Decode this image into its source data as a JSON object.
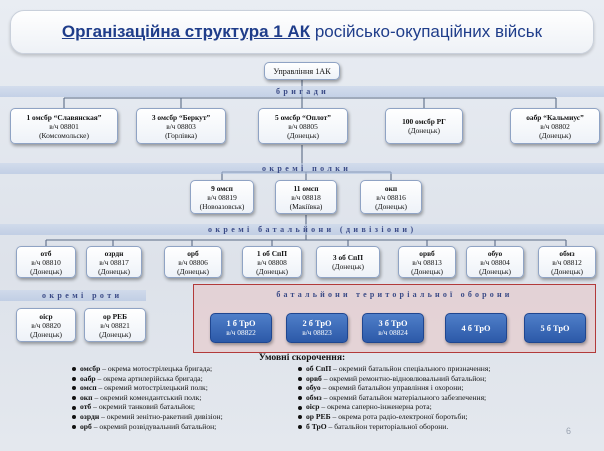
{
  "title": {
    "bold": "Організаційна структура 1 АК",
    "rest": "російсько-окупаційних військ"
  },
  "root": {
    "label": "Управління 1АК"
  },
  "sections": {
    "brigades": "бригади",
    "regiments": "окремі полки",
    "battalions": "окремі батальйони (дивізіони)",
    "companies": "окремі роти",
    "territorial": "батальйони територіальної оборони"
  },
  "brigades": [
    {
      "name": "1 омсбр “Славянская”",
      "unit": "в/ч 08801",
      "place": "(Комсомольске)"
    },
    {
      "name": "3 омсбр “Беркут”",
      "unit": "в/ч 08803",
      "place": "(Горлівка)"
    },
    {
      "name": "5 омсбр “Оплот”",
      "unit": "в/ч 08805",
      "place": "(Донецьк)"
    },
    {
      "name": "100 омсбр РГ",
      "unit": "(Донецьк)",
      "place": ""
    },
    {
      "name": "оабр “Кальмиус”",
      "unit": "в/ч 08802",
      "place": "(Донецьк)"
    }
  ],
  "regiments": [
    {
      "name": "9 омсп",
      "unit": "в/ч 08819",
      "place": "(Новоазовськ)"
    },
    {
      "name": "11 омсп",
      "unit": "в/ч 08818",
      "place": "(Макіївка)"
    },
    {
      "name": "окп",
      "unit": "в/ч 08816",
      "place": "(Донецьк)"
    }
  ],
  "battalions": [
    {
      "name": "отб",
      "unit": "в/ч 08810",
      "place": "(Донецьк)"
    },
    {
      "name": "озрдн",
      "unit": "в/ч 08817",
      "place": "(Донецьк)"
    },
    {
      "name": "орб",
      "unit": "в/ч 08806",
      "place": "(Донецьк)"
    },
    {
      "name": "1 об СпП",
      "unit": "в/ч 08808",
      "place": "(Донецьк)"
    },
    {
      "name": "3 об СпП",
      "unit": "(Донецьк)",
      "place": ""
    },
    {
      "name": "орвб",
      "unit": "в/ч 08813",
      "place": "(Донецьк)"
    },
    {
      "name": "обуо",
      "unit": "в/ч 08804",
      "place": "(Донецьк)"
    },
    {
      "name": "обмз",
      "unit": "в/ч 08812",
      "place": "(Донецьк)"
    }
  ],
  "companies": [
    {
      "name": "оіср",
      "unit": "в/ч 08820",
      "place": "(Донецьк)"
    },
    {
      "name": "ор РЕБ",
      "unit": "в/ч 08821",
      "place": "(Донецьк)"
    }
  ],
  "territorial": [
    {
      "name": "1 б ТрО",
      "unit": "в/ч 08822"
    },
    {
      "name": "2 б ТрО",
      "unit": "в/ч 08823"
    },
    {
      "name": "3 б ТрО",
      "unit": "в/ч 08824"
    },
    {
      "name": "4 б ТрО",
      "unit": ""
    },
    {
      "name": "5 б ТрО",
      "unit": ""
    }
  ],
  "legend": {
    "title": "Умовні скорочення:",
    "left": [
      {
        "abbr": "омсбр",
        "text": " – окрема мотострілецька бригада;"
      },
      {
        "abbr": "оабр",
        "text": " – окрема артилерійська бригада;"
      },
      {
        "abbr": "омсп",
        "text": " – окремий мотострілецький полк;"
      },
      {
        "abbr": "окп",
        "text": " – окремий комендантський полк;"
      },
      {
        "abbr": "отб",
        "text": " – окремий танковий батальйон;"
      },
      {
        "abbr": "озрдн",
        "text": " – окремий зенітно-ракетний дивізіон;"
      },
      {
        "abbr": "орб",
        "text": " – окремий розвідувальний батальйон;"
      }
    ],
    "right": [
      {
        "abbr": "об СпП",
        "text": " – окремий батальйон спеціального призначення;"
      },
      {
        "abbr": "орвб",
        "text": " – окремий ремонтно-відновлювальний батальйон;"
      },
      {
        "abbr": "обуо",
        "text": " – окремий батальйон управління і охорони;"
      },
      {
        "abbr": "обмз",
        "text": " – окремий батальйон матеріального забезпечення;"
      },
      {
        "abbr": "оіср",
        "text": " – окрема саперно-інженерна рота;"
      },
      {
        "abbr": "ор РЕБ",
        "text": " – окрема рота радіо-електроної боротьби;"
      },
      {
        "abbr": "б ТрО",
        "text": " – батальйон територіальної оборони."
      }
    ]
  },
  "page_number": "6"
}
